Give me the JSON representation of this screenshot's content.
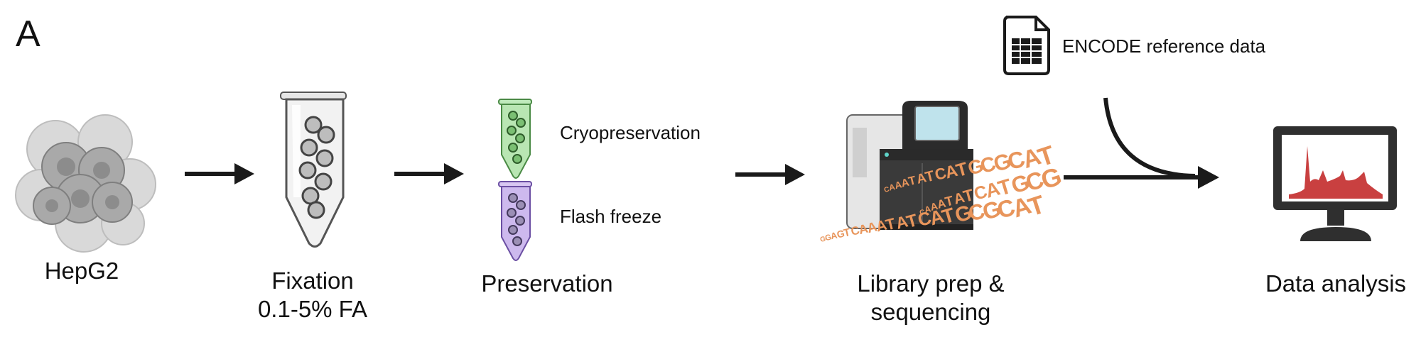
{
  "panel_label": "A",
  "steps": {
    "cells": {
      "label": "HepG2"
    },
    "fixation": {
      "line1": "Fixation",
      "line2": "0.1-5% FA"
    },
    "preservation": {
      "label": "Preservation",
      "options": [
        "Cryopreservation",
        "Flash freeze"
      ]
    },
    "library": {
      "line1": "Library prep &",
      "line2": "sequencing"
    },
    "analysis": {
      "label": "Data analysis"
    }
  },
  "reference": {
    "label": "ENCODE reference data"
  },
  "sequence_text": [
    "CAAATATCATGCGCAT",
    "CAAATATCATGCG",
    "GGAGTCAAATATCATGCGCAT"
  ],
  "colors": {
    "arrow": "#1a1a1a",
    "seq": "#e8955b",
    "green_tube": "#8fd68a",
    "purple_tube": "#b79be0",
    "chart_red": "#c94040",
    "monitor": "#2f2f2f"
  }
}
